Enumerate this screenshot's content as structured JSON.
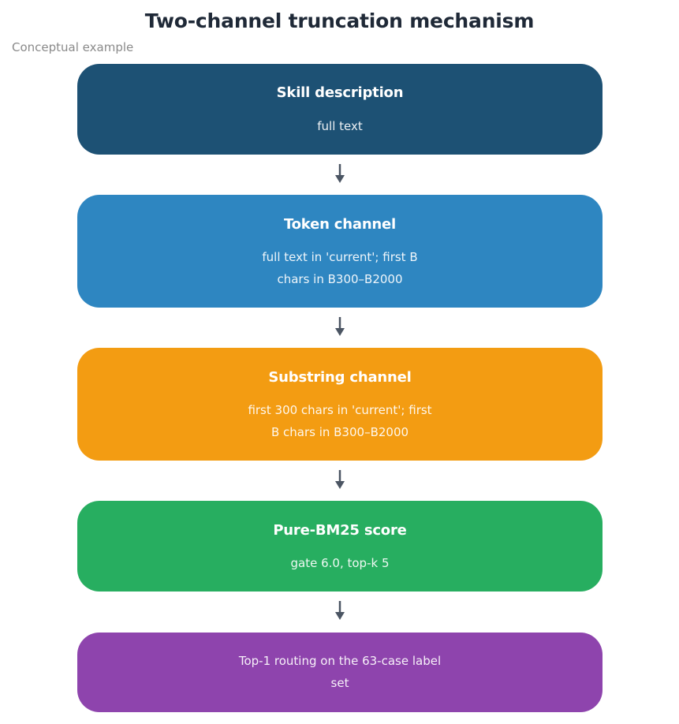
{
  "diagram": {
    "title": "Two-channel truncation mechanism",
    "subtitle": "Conceptual example",
    "colors": {
      "arrow": "#4b5563",
      "step1": "#1d5174",
      "step2": "#2e86c1",
      "step3": "#f39c12",
      "step4": "#27ae60",
      "step5": "#8e44ad"
    },
    "steps": [
      {
        "title": "Skill description",
        "lines": [
          "full text"
        ]
      },
      {
        "title": "Token channel",
        "lines": [
          "full text in 'current'; first B",
          "chars in B300–B2000"
        ]
      },
      {
        "title": "Substring channel",
        "lines": [
          "first 300 chars in 'current'; first",
          "B chars in B300–B2000"
        ]
      },
      {
        "title": "Pure-BM25 score",
        "lines": [
          "gate 6.0, top-k 5"
        ]
      },
      {
        "title": "",
        "lines": [
          "Top-1 routing on the 63-case label",
          "set"
        ]
      }
    ]
  }
}
